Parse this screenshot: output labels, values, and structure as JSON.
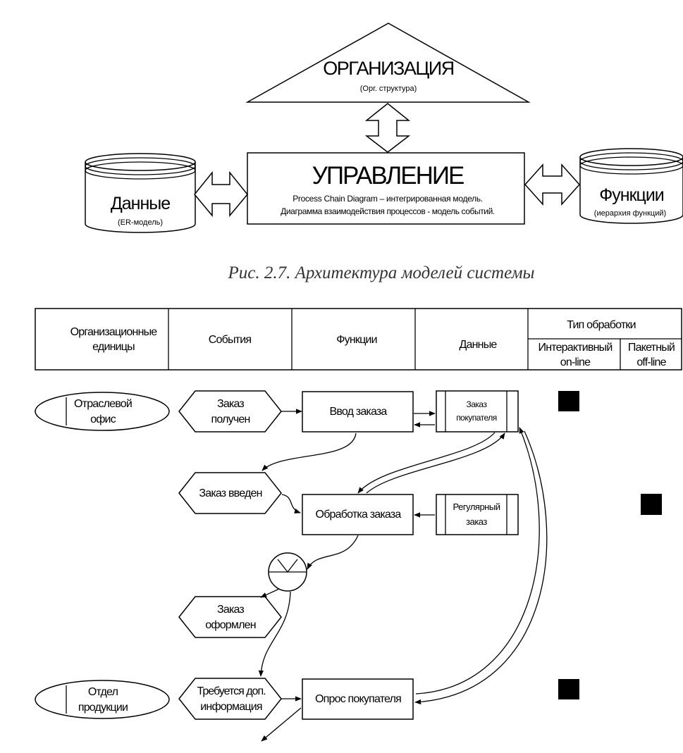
{
  "architecture": {
    "organization": {
      "title": "ОРГАНИЗАЦИЯ",
      "subtitle": "(Орг. структура)"
    },
    "control": {
      "title": "УПРАВЛЕНИЕ",
      "line1": "Process Chain Diagram – интегрированная модель.",
      "line2": "Диаграмма взаимодействия процессов - модель событий."
    },
    "data": {
      "title": "Данные",
      "subtitle": "(ER-модель)"
    },
    "functions": {
      "title": "Функции",
      "subtitle": "(иерархия функций)"
    }
  },
  "caption": "Рис. 2.7. Архитектура моделей системы",
  "table_header": {
    "org_units": [
      "Организационные",
      "единицы"
    ],
    "events": "События",
    "functions": "Функции",
    "data": "Данные",
    "processing_type": "Тип обработки",
    "interactive": [
      "Интерактивный",
      "on-line"
    ],
    "batch": [
      "Пакетный",
      "off-line"
    ]
  },
  "process": {
    "org1": [
      "Отраслевой",
      "офис"
    ],
    "org2": [
      "Отдел",
      "продукции"
    ],
    "event1": [
      "Заказ",
      "получен"
    ],
    "event2": "Заказ введен",
    "event3": [
      "Заказ",
      "оформлен"
    ],
    "event4": [
      "Требуется доп.",
      "информация"
    ],
    "func1": "Ввод заказа",
    "func2": "Обработка заказа",
    "func3": "Опрос покупателя",
    "data1": [
      "Заказ",
      "покупателя"
    ],
    "data2": [
      "Регулярный",
      "заказ"
    ]
  }
}
